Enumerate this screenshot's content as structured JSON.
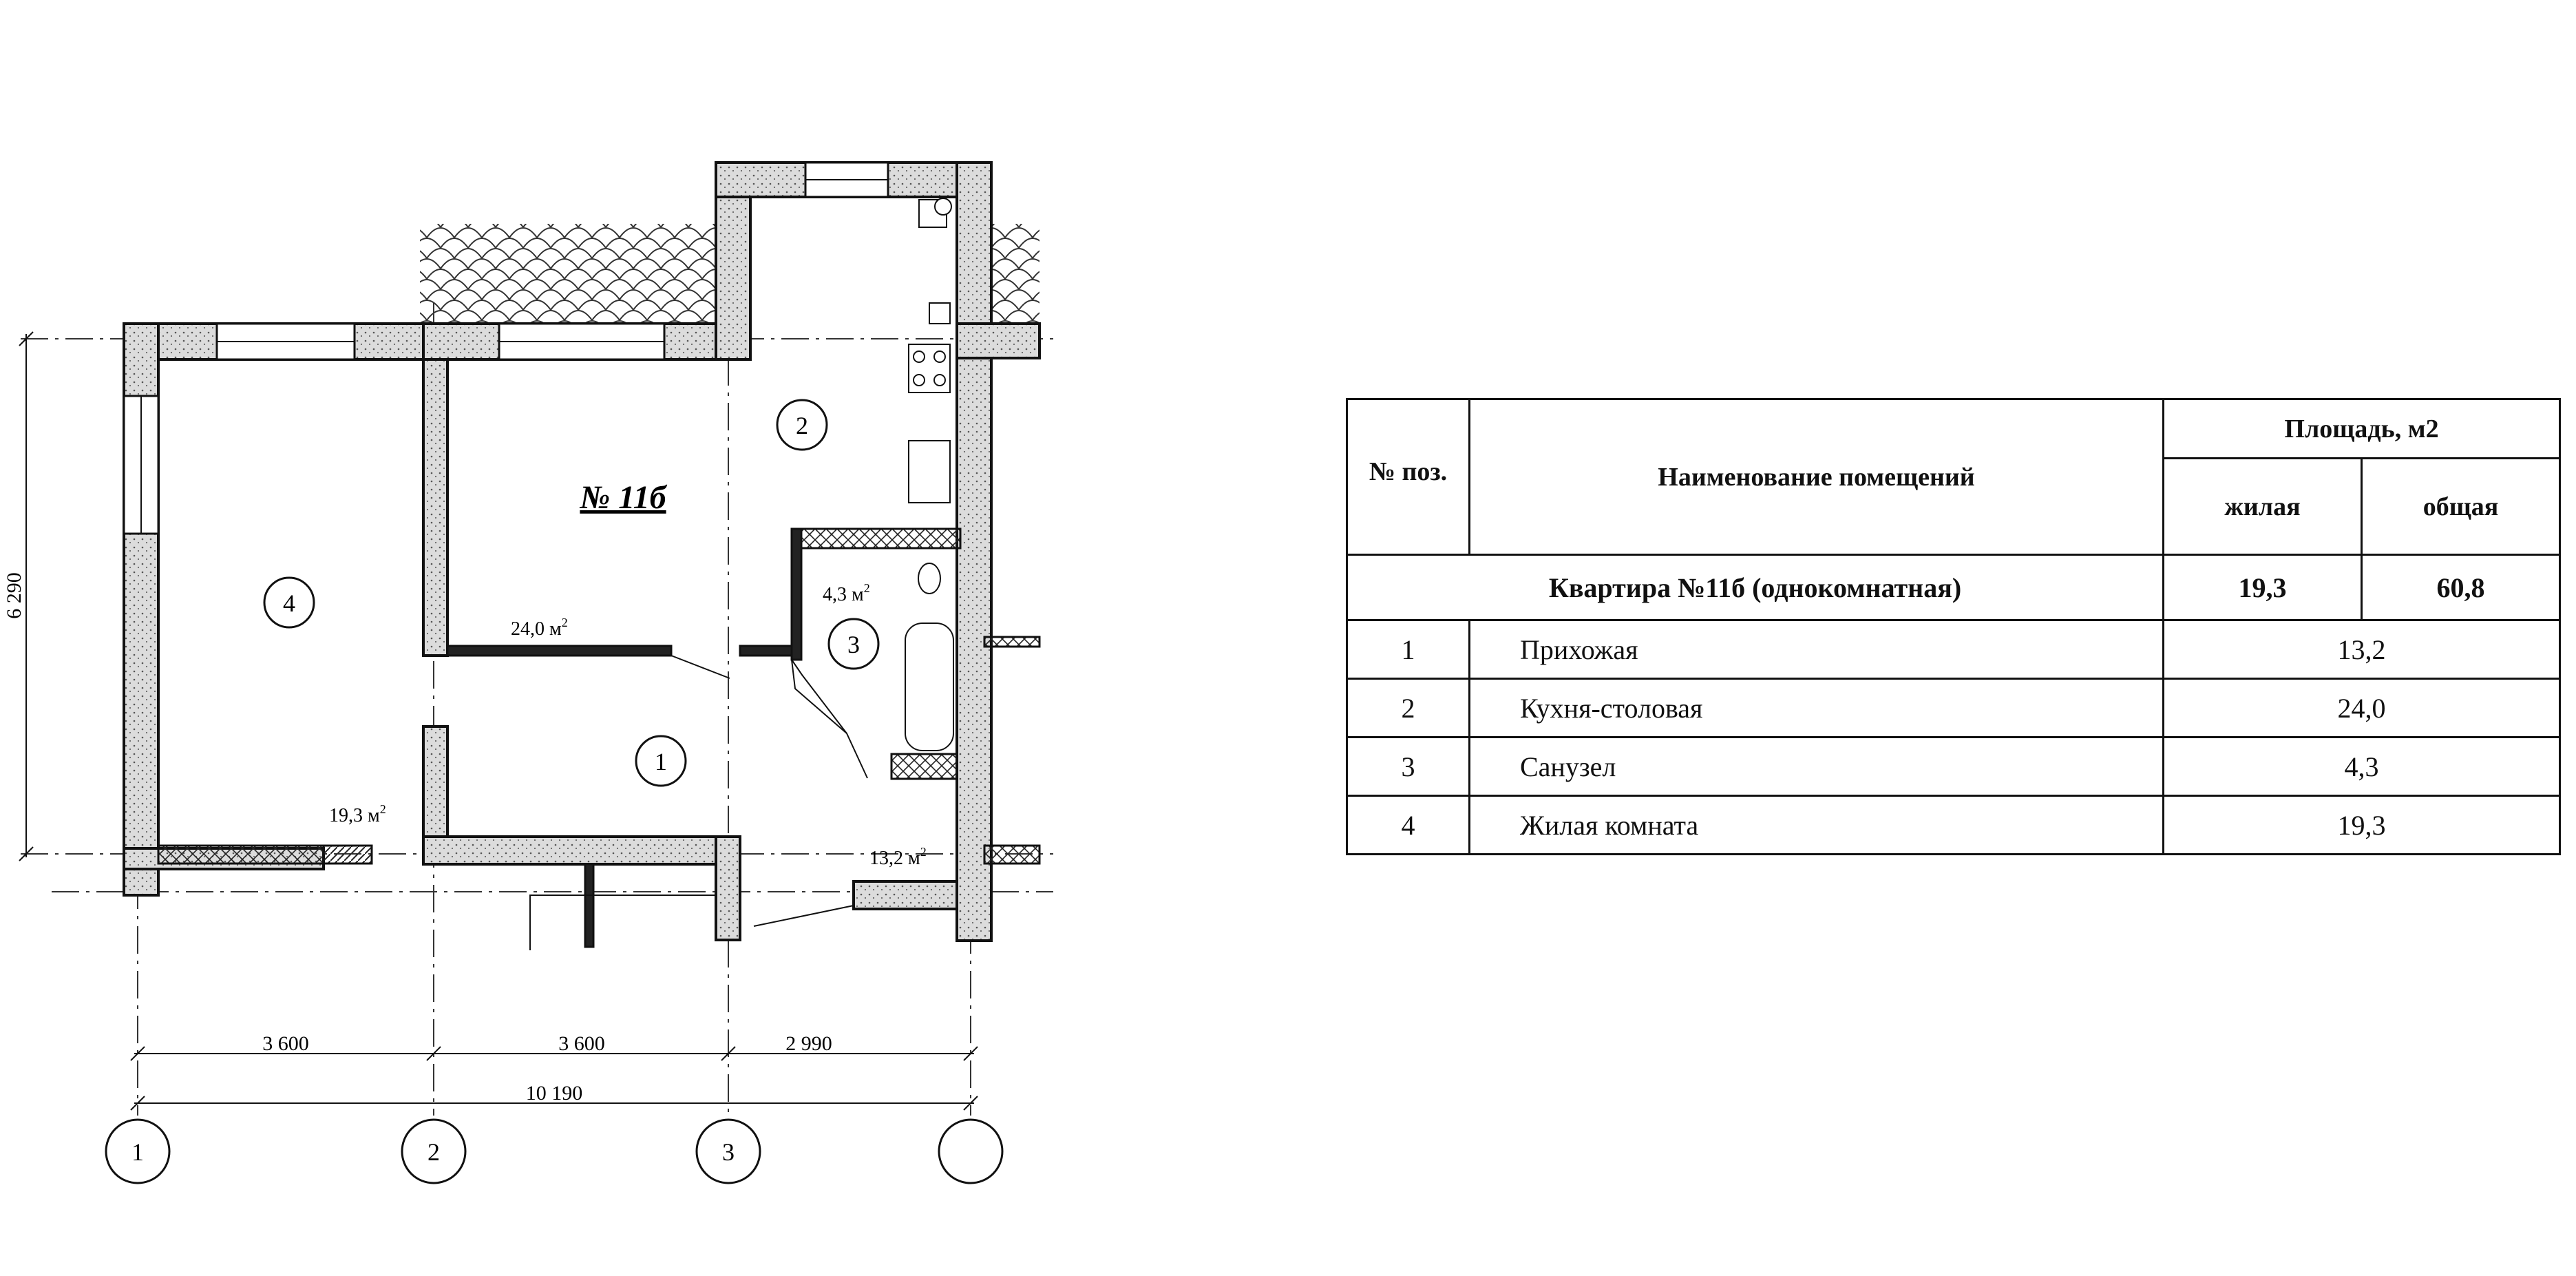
{
  "plan": {
    "apartment_label": "№ 11б",
    "rooms": [
      {
        "num": "1",
        "area": "13,2 м"
      },
      {
        "num": "2",
        "area": "24,0 м"
      },
      {
        "num": "3",
        "area": "4,3 м"
      },
      {
        "num": "4",
        "area": "19,3 м"
      }
    ],
    "area_superscript": "2",
    "dims": {
      "d1": "3 600",
      "d2": "3 600",
      "d3": "2 990",
      "total": "10 190",
      "height": "6 290"
    },
    "axes": [
      "1",
      "2",
      "3",
      ""
    ]
  },
  "table": {
    "headers": {
      "num": "№ поз.",
      "name": "Наименование помещений",
      "area": "Площадь, м2",
      "living": "жилая",
      "total": "общая"
    },
    "apartment": {
      "title": "Квартира  №11б    (однокомнатная)",
      "living": "19,3",
      "total": "60,8"
    },
    "rows": [
      {
        "num": "1",
        "name": "Прихожая",
        "area": "13,2"
      },
      {
        "num": "2",
        "name": "Кухня-столовая",
        "area": "24,0"
      },
      {
        "num": "3",
        "name": "Санузел",
        "area": "4,3"
      },
      {
        "num": "4",
        "name": "Жилая комната",
        "area": "19,3"
      }
    ]
  },
  "colors": {
    "line": "#111111",
    "wall_fill": "#d9d9d9"
  }
}
